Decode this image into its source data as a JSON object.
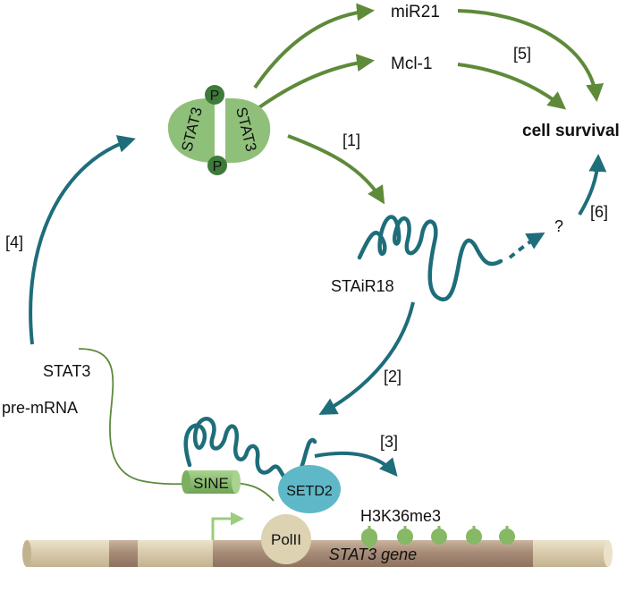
{
  "labels": {
    "mir21": "miR21",
    "mcl1": "Mcl-1",
    "cell_survival": "cell survival",
    "stat3": "STAT3",
    "phospho": "P",
    "stair18": "STAiR18",
    "question": "?",
    "stat3_premrna_line1": "STAT3",
    "stat3_premrna_line2": "pre-mRNA",
    "sine": "SINE",
    "setd2": "SETD2",
    "polii": "PolII",
    "h3k36me3": "H3K36me3",
    "gene": "STAT3 gene"
  },
  "steps": {
    "s1": "[1]",
    "s2": "[2]",
    "s3": "[3]",
    "s4": "[4]",
    "s5": "[5]",
    "s6": "[6]"
  },
  "colors": {
    "green_arrow": "#5e8a3a",
    "teal_arrow": "#1e6d7a",
    "stat3_light": "#8fc07a",
    "phospho_dark": "#3f7a3a",
    "rna": "#1e6d7a",
    "setd2": "#5fb8c8",
    "polii": "#ddd2b2",
    "gene_dark": "#a88c78",
    "gene_light": "#d7c9a9",
    "lollipop": "#86b866"
  }
}
